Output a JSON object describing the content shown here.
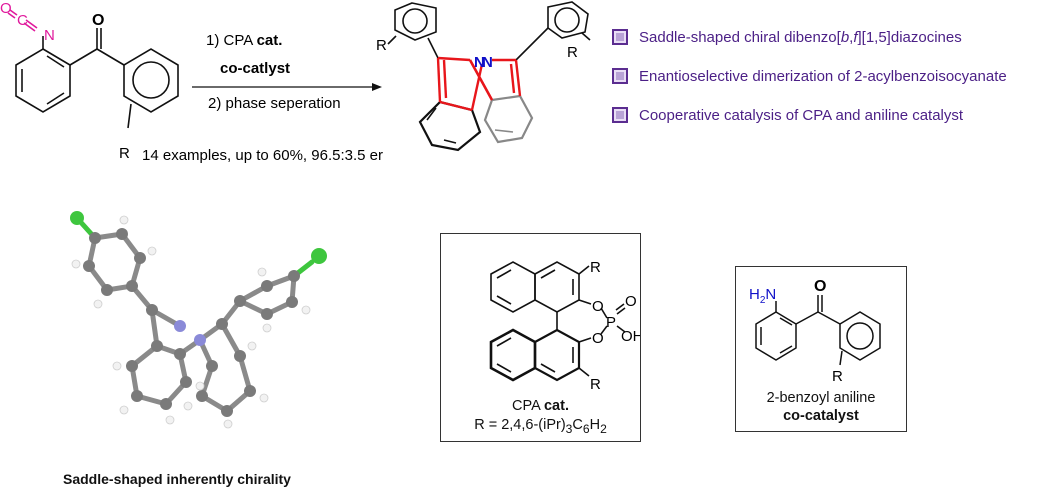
{
  "reaction": {
    "step1_prefix": "1)  CPA ",
    "step1_bold": "cat.",
    "cocatalyst": "co-catlyst",
    "step2": "2) phase seperation",
    "summary": "14 examples, up to 60%, 96.5:3.5 er",
    "atoms": {
      "O": "O",
      "C": "C",
      "N": "N",
      "R": "R"
    }
  },
  "bullets": [
    {
      "pre": "Saddle-shaped chiral dibenzo[",
      "it1": "b",
      "mid": ",",
      "it2": "f",
      "post": "][1,5]diazocines"
    },
    {
      "text": "Enantioselective dimerization of 2-acylbenzoisocyanate"
    },
    {
      "text": "Cooperative catalysis of CPA and aniline catalyst"
    }
  ],
  "crystal": {
    "caption": "Saddle-shaped inherently chirality"
  },
  "cpa": {
    "label_prefix": "CPA ",
    "label_bold": "cat.",
    "r_prefix": "R = 2,4,6-(iPr)",
    "sub1": "3",
    "r_mid": "C",
    "sub2": "6",
    "r_end": "H",
    "sub3": "2",
    "atoms": {
      "R": "R",
      "O": "O",
      "P": "P",
      "OH": "OH"
    }
  },
  "cocat": {
    "name": "2-benzoyl aniline",
    "role": "co-catalyst",
    "atoms": {
      "H2N_H": "H",
      "H2N_2": "2",
      "H2N_N": "N",
      "O": "O",
      "R": "R"
    }
  },
  "colors": {
    "bullet_text": "#4b1f86",
    "isocyanate": "#e0199c",
    "nitrogen": "#1010c8",
    "highlight": "#e8161b",
    "chlorine": "#3ec63e"
  }
}
